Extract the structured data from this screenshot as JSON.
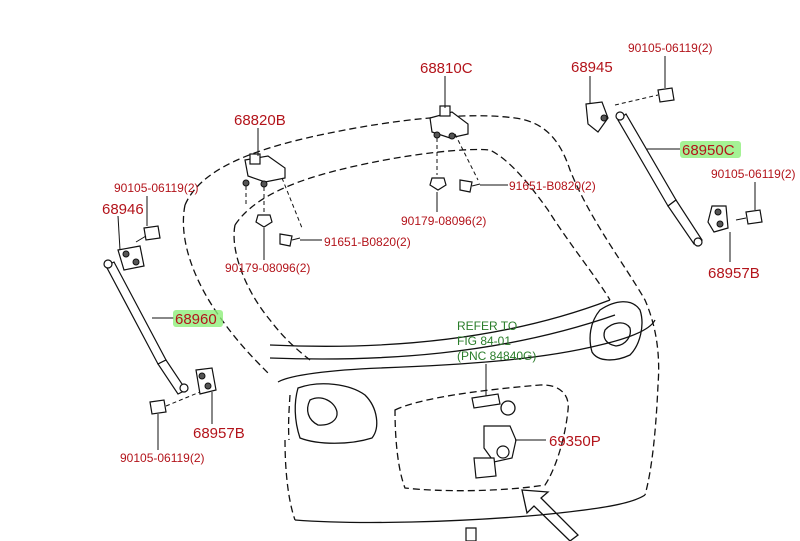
{
  "labels": {
    "p68810C": "68810C",
    "p68945": "68945",
    "p90105_top": "90105-06119(2)",
    "p68820B": "68820B",
    "p68950C": "68950C",
    "p90105_right": "90105-06119(2)",
    "p90105_left": "90105-06119(2)",
    "p68946": "68946",
    "p91651_mid": "91651-B0820(2)",
    "p90179_mid": "90179-08096(2)",
    "p91651_left": "91651-B0820(2)",
    "p90179_left": "90179-08096(2)",
    "p68957B_right": "68957B",
    "p68960": "68960",
    "p68957B_left": "68957B",
    "p90105_bottom": "90105-06119(2)",
    "p69350P": "69350P"
  },
  "reference": {
    "line1": "REFER TO",
    "line2": "FIG 84-01",
    "line3": "(PNC 84840G)"
  },
  "colors": {
    "label": "#b3141b",
    "reference": "#2a7d2a",
    "highlight": "#8fef7a"
  }
}
